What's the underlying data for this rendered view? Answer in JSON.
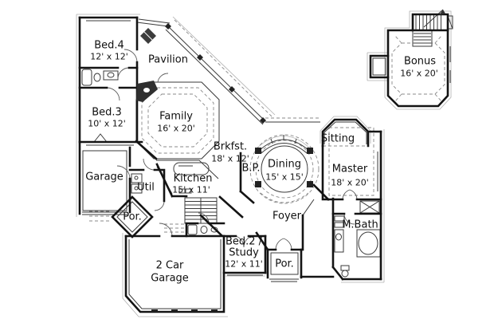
{
  "plan": {
    "type": "floor-plan",
    "background_color": "#ffffff",
    "wall_color": "#141414",
    "thin_line_color": "#3a3a3a",
    "dash_line_color": "#888888",
    "light_line_color": "#aaaaaa",
    "rooms": {
      "bed4": {
        "name": "Bed.4",
        "dims": "12' x 12'"
      },
      "pavilion": {
        "name": "Pavilion"
      },
      "bed3": {
        "name": "Bed.3",
        "dims": "10' x 12'"
      },
      "family": {
        "name": "Family",
        "dims": "16' x 20'"
      },
      "brkfst": {
        "name": "Brkfst.",
        "dims": "18' x 12'"
      },
      "bp": {
        "name": "B.P."
      },
      "dining": {
        "name": "Dining",
        "dims": "15' x 15'"
      },
      "sitting": {
        "name": "Sitting"
      },
      "master": {
        "name": "Master",
        "dims": "18' x 20'"
      },
      "garage": {
        "name": "Garage"
      },
      "util": {
        "name": "Util"
      },
      "kitchen": {
        "name": "Kitchen",
        "dims": "15' x 11'"
      },
      "porch_side": {
        "name": "Por."
      },
      "foyer": {
        "name": "Foyer"
      },
      "mbath": {
        "name": "M.Bath"
      },
      "garage2": {
        "name_line1": "2 Car",
        "name_line2": "Garage"
      },
      "bed2_study": {
        "name_line1": "Bed.2 /",
        "name_line2": "Study",
        "dims": "12' x 11'"
      },
      "porch_front": {
        "name": "Por."
      },
      "bonus": {
        "name": "Bonus",
        "dims": "16' x 20'"
      }
    }
  }
}
